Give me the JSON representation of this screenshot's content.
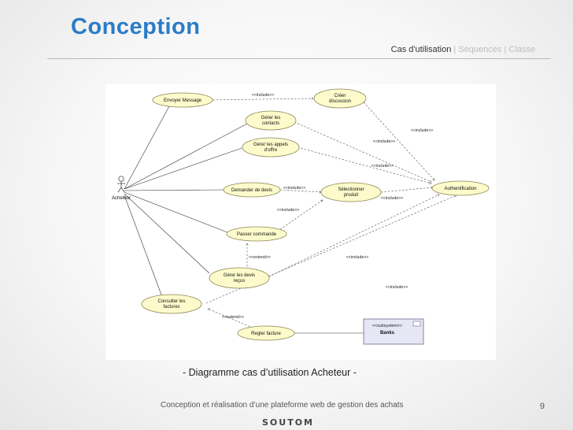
{
  "header": {
    "title": "Conception",
    "nav": {
      "active": "Cas d'utilisation",
      "separator": "|",
      "items": [
        "Séquences",
        "Classe"
      ]
    }
  },
  "diagram": {
    "actor": "Acheteur",
    "use_cases": {
      "envoyer_message": "Envoyer Message",
      "creer_discussion": [
        "Créer",
        "discussion"
      ],
      "gerer_contacts": [
        "Gérer les",
        "contacts"
      ],
      "gerer_appels": [
        "Gérer les appels",
        "d'offre"
      ],
      "demander_devis": "Demander de devis",
      "selectionner_produit": [
        "Sélectionner",
        "produit"
      ],
      "authentification": "Authentification",
      "passer_commande": "Passer commande",
      "gerer_devis": [
        "Gérer les devis",
        "reçus"
      ],
      "consulter_factures": [
        "Consulter les",
        "factures"
      ],
      "regler_facture": "Regler facture"
    },
    "subsystem": {
      "stereotype": "<<subsystem>>",
      "name": "Banks"
    },
    "stereotypes": {
      "include": "<<include>>",
      "extend": "<<extend>>"
    }
  },
  "caption": "- Diagramme cas d’utilisation Acheteur -",
  "footer": {
    "text": "Conception  et réalisation d’une plateforme web de gestion des achats",
    "page_number": "9",
    "logo": "SOUTOM"
  },
  "colors": {
    "title": "#2a7cc7",
    "use_case_fill": "#fdfbcb",
    "subsystem_fill": "#e6e6f5"
  }
}
